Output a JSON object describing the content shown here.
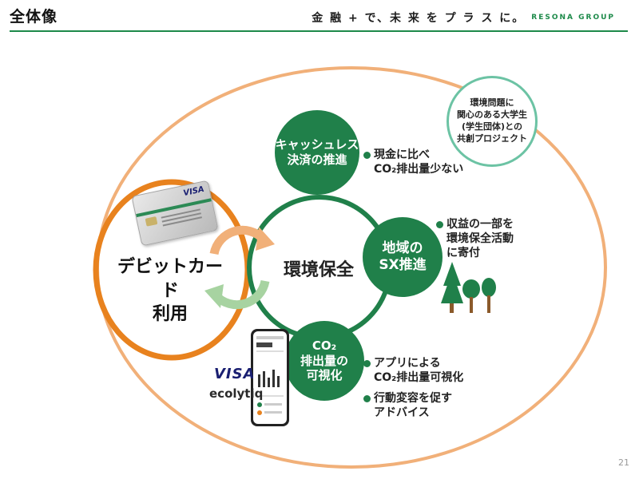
{
  "header": {
    "title": "全体像",
    "tagline": "金 融 + で、未 来 を プ ラ ス に。",
    "group": "RESONA GROUP"
  },
  "center": {
    "label": "環境保全"
  },
  "debit": {
    "line1": "デビットカード",
    "line2": "利用"
  },
  "nodes": {
    "cashless": {
      "line1": "キャッシュレス",
      "line2": "決済の推進"
    },
    "regional": {
      "line1": "地域の",
      "line2": "SX推進"
    },
    "co2": {
      "line1": "CO₂",
      "line2": "排出量の",
      "line3": "可視化"
    }
  },
  "bullets": {
    "cashless": {
      "line1": "現金に比べ",
      "line2": "CO₂排出量少ない"
    },
    "regional": {
      "line1": "収益の一部を",
      "line2": "環境保全活動",
      "line3": "に寄付"
    },
    "app": {
      "line1": "アプリによる",
      "line2": "CO₂排出量可視化"
    },
    "behavior": {
      "line1": "行動変容を促す",
      "line2": "アドバイス"
    }
  },
  "student_project": {
    "line1": "環境問題に",
    "line2": "関心のある大学生",
    "line3": "(学生団体)との",
    "line4": "共創プロジェクト"
  },
  "logos": {
    "visa": "VISA",
    "ecolytiq": "ecolytiq",
    "card_visa": "VISA"
  },
  "page_number": "21",
  "colors": {
    "green": "#20804a",
    "orange": "#e8821e",
    "light_orange": "#f1b079",
    "mint": "#6cc3a4",
    "light_green": "#a7d3a1"
  }
}
